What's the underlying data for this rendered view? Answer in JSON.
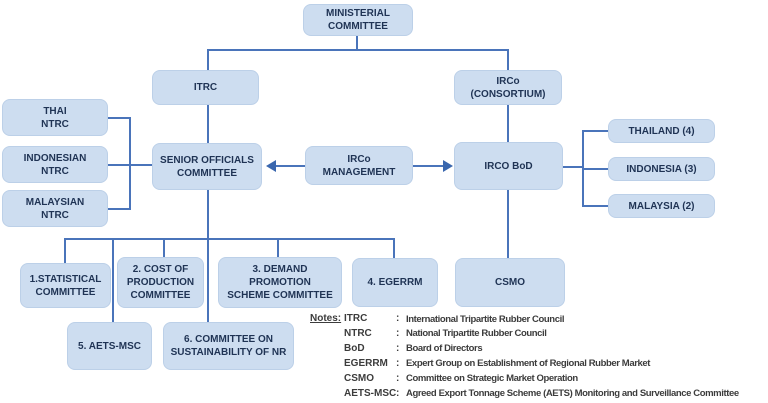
{
  "diagram": {
    "nodes": {
      "ministerial": {
        "label": "MINISTERIAL\nCOMMITTEE"
      },
      "itrc": {
        "label": "ITRC"
      },
      "irco_consortium": {
        "label": "IRCo\n(CONSORTIUM)"
      },
      "thai_ntrc": {
        "label": "THAI\nNTRC"
      },
      "indonesian_ntrc": {
        "label": "INDONESIAN\nNTRC"
      },
      "malaysian_ntrc": {
        "label": "MALAYSIAN\nNTRC"
      },
      "senior_officials": {
        "label": "SENIOR OFFICIALS\nCOMMITTEE"
      },
      "irco_management": {
        "label": "IRCo\nMANAGEMENT"
      },
      "irco_bod": {
        "label": "IRCO BoD"
      },
      "thailand": {
        "label": "THAILAND (4)"
      },
      "indonesia": {
        "label": "INDONESIA (3)"
      },
      "malaysia": {
        "label": "MALAYSIA (2)"
      },
      "statistical": {
        "label": "1.STATISTICAL\nCOMMITTEE"
      },
      "cost_production": {
        "label": "2. COST OF\nPRODUCTION\nCOMMITTEE"
      },
      "demand_promotion": {
        "label": "3. DEMAND\nPROMOTION\nSCHEME COMMITTEE"
      },
      "egerrm": {
        "label": "4. EGERRM"
      },
      "csmo": {
        "label": "CSMO"
      },
      "aets_msc": {
        "label": "5. AETS-MSC"
      },
      "sustainability": {
        "label": "6. COMMITTEE ON\nSUSTAINABILITY OF NR"
      }
    },
    "notes": {
      "label": "Notes:",
      "colon": ":",
      "entries": [
        {
          "term": "ITRC",
          "definition": "International Tripartite Rubber Council"
        },
        {
          "term": "NTRC",
          "definition": "National Tripartite Rubber Council"
        },
        {
          "term": "BoD",
          "definition": "Board of Directors"
        },
        {
          "term": "EGERRM",
          "definition": "Expert Group on Establishment of Regional Rubber Market"
        },
        {
          "term": "CSMO",
          "definition": "Committee on Strategic Market Operation"
        },
        {
          "term": "AETS-MSC",
          "definition": "Agreed Export Tonnage Scheme (AETS) Monitoring and Surveillance Committee"
        }
      ]
    },
    "colors": {
      "box_fill": "#cdddf0",
      "box_border": "#bcd0e8",
      "box_text": "#1f3354",
      "connector": "#4a74ba",
      "arrow": "#3a67ae",
      "notes_text": "#3c3c3c"
    }
  }
}
